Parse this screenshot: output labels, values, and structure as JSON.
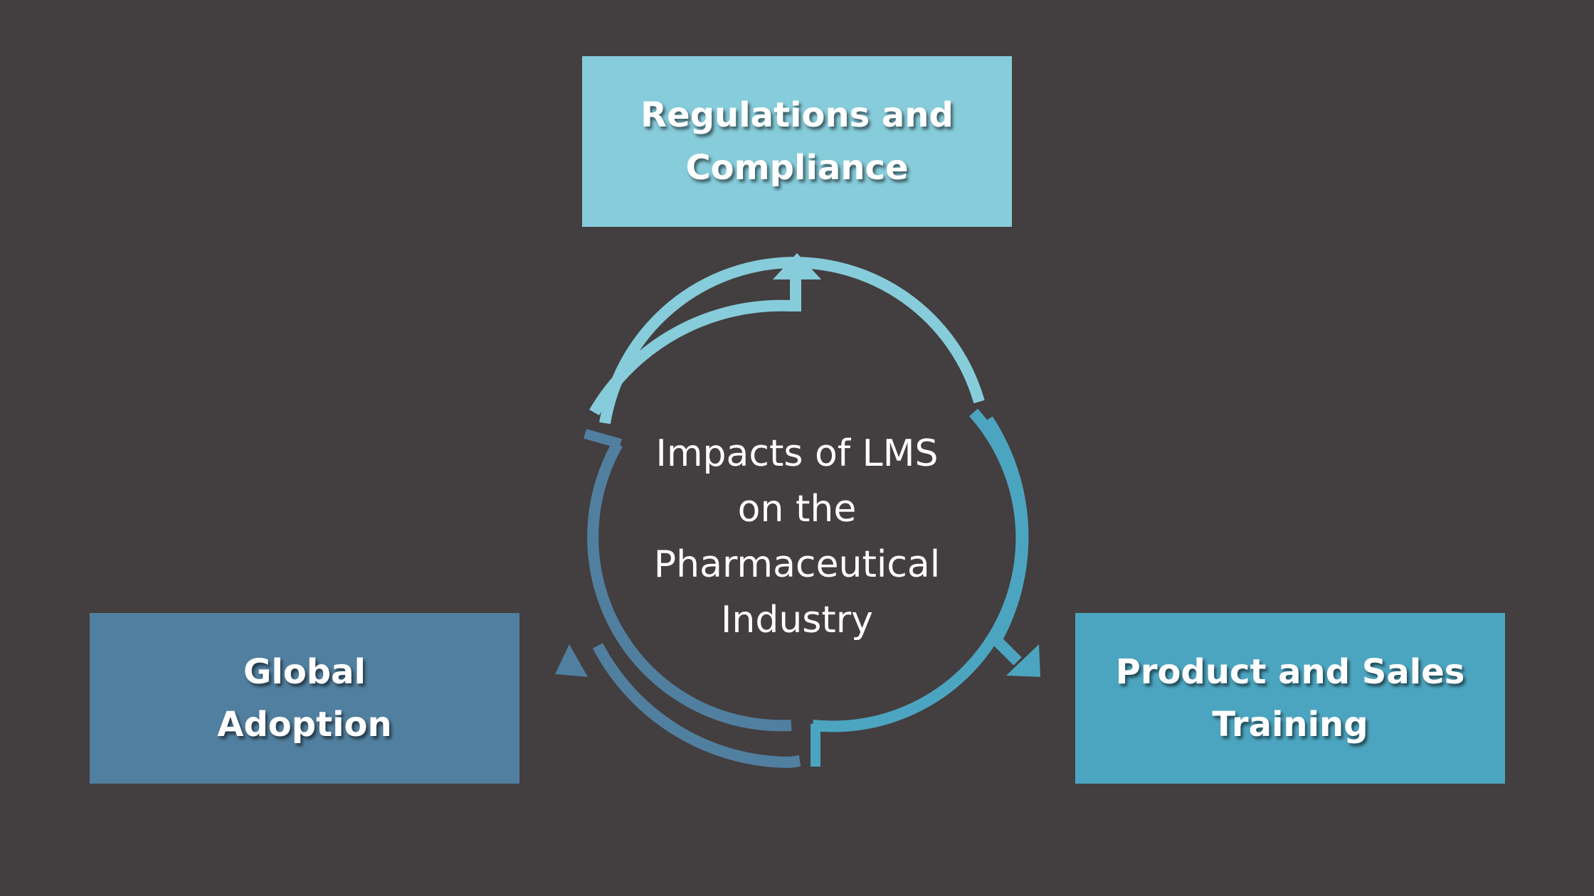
{
  "center": {
    "title": "Impacts of LMS\non the\nPharmaceutical\nIndustry"
  },
  "nodes": {
    "top": {
      "label": "Regulations and\nCompliance"
    },
    "left": {
      "label": "Global\nAdoption"
    },
    "right": {
      "label": "Product and Sales\nTraining"
    }
  },
  "colors": {
    "background": "#433e3f",
    "top": "#86ccdb",
    "left": "#517f9f",
    "right": "#4ca5c0"
  }
}
